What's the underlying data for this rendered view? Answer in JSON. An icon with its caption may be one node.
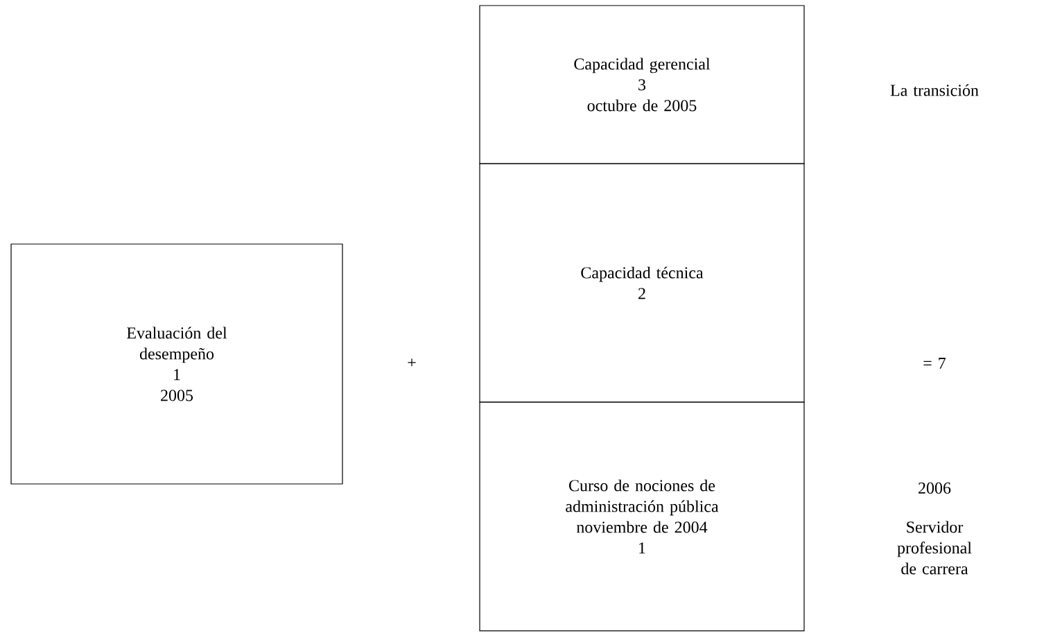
{
  "diagram": {
    "nodes": [
      {
        "text": [
          "Evaluación del desempeño",
          "1",
          "2005"
        ]
      },
      {
        "text": [
          "Capacidad gerencial",
          "3",
          "octubre de 2005"
        ]
      },
      {
        "text": [
          "Capacidad técnica",
          "2"
        ]
      },
      {
        "text": [
          "Curso de nociones de administración pública",
          "noviembre de 2004",
          "1"
        ]
      }
    ],
    "labels": [
      "La transición",
      "+",
      "= 7",
      "2006",
      "Servidor profesional de carrera"
    ]
  }
}
